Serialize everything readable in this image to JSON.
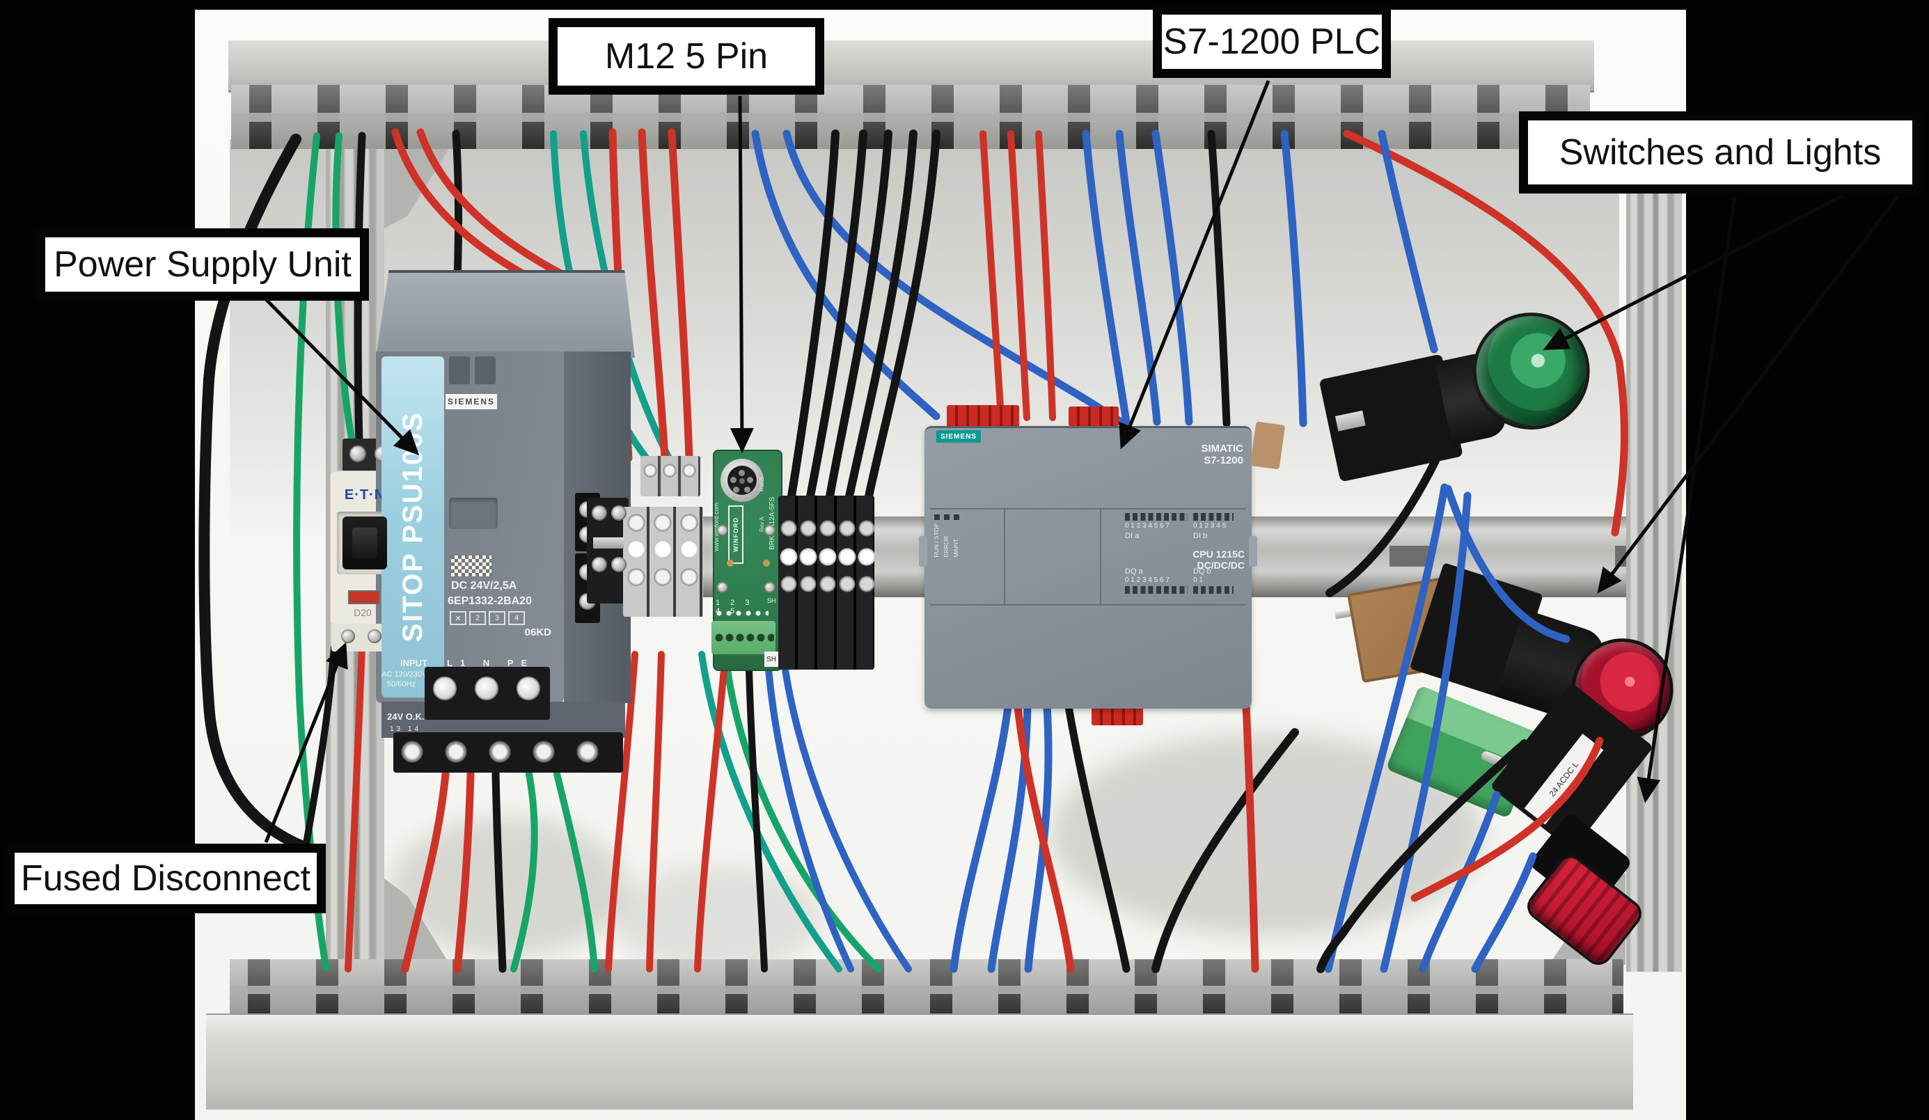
{
  "callouts": {
    "m12": "M12 5 Pin",
    "plc": "S7-1200 PLC",
    "switches": "Switches and Lights",
    "psu": "Power Supply Unit",
    "disconnect": "Fused Disconnect"
  },
  "psu": {
    "band": "SITOP PSU100S",
    "brand": "SIEMENS",
    "rating": "DC 24V/2,5A",
    "part": "6EP1332-2BA20",
    "dip": [
      "✕",
      "2",
      "3",
      "4"
    ],
    "code": "06KD",
    "input": "INPUT",
    "terminals": "L1  N  PE",
    "volts": "AC 120/230V",
    "freq": "50/60Hz",
    "ok": "24V O.K.",
    "contacts": "13  14"
  },
  "breaker": {
    "brand": "E·T·N",
    "rating": "D20"
  },
  "plc": {
    "brand": "SIEMENS",
    "family": "SIMATIC",
    "model": "S7-1200",
    "led0": "RUN / STOP",
    "led1": "ERROR",
    "led2": "MAINT",
    "dia": "DI a",
    "dia_digits": "0 1 2 3 4 5 6 7",
    "dib": "DI b",
    "dib_digits": "0 1 2 3 4 5",
    "cpu": "CPU 1215C",
    "cpu_type": "DC/DC/DC",
    "dqa": "DQ a",
    "dqa_digits": "0 1 2 3 4 5 6 7",
    "dqb": "DQ b",
    "dqb_digits": "0 1"
  },
  "m12_board": {
    "site": "www.winford.com",
    "part": "BRKGM12A-5FS",
    "rev": "Rev A",
    "rohs": "RoHS",
    "brand": "WINFORD",
    "pins": "1 2 3 4 5",
    "sh": "SH"
  },
  "switches": {
    "selector_label": "24 ACDC L"
  },
  "colors": {
    "wire_red": "#cf3227",
    "wire_green": "#17a469",
    "wire_teal": "#12a08a",
    "wire_blue": "#2e62c3",
    "wire_black": "#141414",
    "psu_band_blue": "#a9d6e5",
    "siemens_teal": "#0e9a90",
    "eaton_blue": "#1b47a0",
    "pcb_green": "#2f7d4e",
    "lens_green": "#1d7a44",
    "lens_red": "#c2203a",
    "duct_gray": "#b2b3ae"
  }
}
